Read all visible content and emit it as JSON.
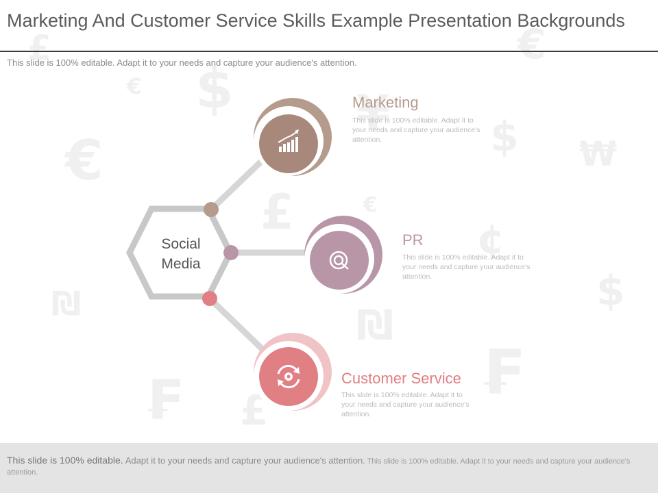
{
  "title": "Marketing And Customer Service Skills Example Presentation Backgrounds",
  "subtitle": "This slide is 100% editable. Adapt it to your needs and capture your audience's attention.",
  "center": {
    "line1": "Social",
    "line2": "Media"
  },
  "items": [
    {
      "title": "Marketing",
      "text": "This slide is 100% editable. Adapt it to your needs and capture your audience's attention.",
      "icon": "bar-chart-growth-icon",
      "color": "#b59b8c"
    },
    {
      "title": "PR",
      "text": "This slide is 100% editable. Adapt it to your needs and capture your audience's attention.",
      "icon": "target-icon",
      "color": "#b896a8"
    },
    {
      "title": "Customer Service",
      "text": "This slide is 100% editable. Adapt it to your needs and capture your audience's attention.",
      "icon": "refresh-gear-icon",
      "color": "#e07f84"
    }
  ],
  "footer": {
    "big": "This slide is 100% editable.",
    "mid": "Adapt it to your needs and capture your audience's attention.",
    "small": "This slide is 100% editable. Adapt it to your needs and capture your audience's attention."
  },
  "colors": {
    "hexagon": "#c8c8c8",
    "connector": "#d6d6d6",
    "marketing": "#b59b8c",
    "pr": "#b896a8",
    "customer_service": "#e07f84"
  }
}
